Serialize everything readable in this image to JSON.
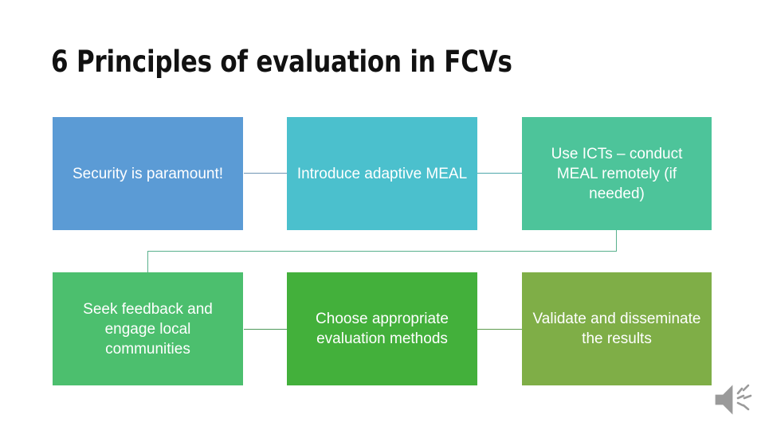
{
  "slide": {
    "title": "6 Principles of evaluation in FCVs",
    "background": "#ffffff"
  },
  "diagram": {
    "type": "process-chevron-grid",
    "rows": 2,
    "columns": 3,
    "nodes": [
      {
        "id": "node-1",
        "label": "Security is paramount!",
        "color": "#5B9BD5",
        "row": 1,
        "column": 1
      },
      {
        "id": "node-2",
        "label": "Introduce adaptive MEAL",
        "color": "#4BC0CD",
        "row": 1,
        "column": 2
      },
      {
        "id": "node-3",
        "label": "Use ICTs – conduct MEAL remotely (if needed)",
        "color": "#4DC49A",
        "row": 1,
        "column": 3
      },
      {
        "id": "node-4",
        "label": "Seek feedback and engage local communities",
        "color": "#4CBF6E",
        "row": 2,
        "column": 1
      },
      {
        "id": "node-5",
        "label": "Choose appropriate evaluation methods",
        "color": "#43B03B",
        "row": 2,
        "column": 2
      },
      {
        "id": "node-6",
        "label": "Validate and disseminate the results",
        "color": "#7FAE47",
        "row": 2,
        "column": 3
      }
    ],
    "connectors": [
      {
        "id": "conn-1-2",
        "from": "node-1",
        "to": "node-2",
        "shape": "straight",
        "color": "#6f95b4"
      },
      {
        "id": "conn-2-3",
        "from": "node-2",
        "to": "node-3",
        "shape": "straight",
        "color": "#4fa8ab"
      },
      {
        "id": "conn-3-4",
        "from": "node-3",
        "to": "node-4",
        "shape": "elbow",
        "color": "#59b08c"
      },
      {
        "id": "conn-4-5",
        "from": "node-4",
        "to": "node-5",
        "shape": "straight",
        "color": "#4f9a5c"
      },
      {
        "id": "conn-5-6",
        "from": "node-5",
        "to": "node-6",
        "shape": "straight",
        "color": "#5f9b4e"
      }
    ]
  },
  "media": {
    "audio_icon": "speaker-icon",
    "audio_icon_color": "#8c8c8c"
  }
}
